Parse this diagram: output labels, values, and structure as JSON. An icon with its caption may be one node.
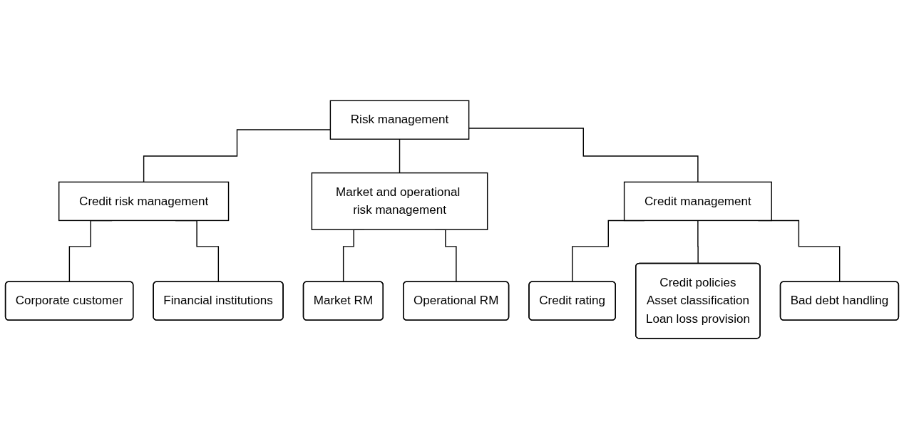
{
  "diagram": {
    "nodes": [
      {
        "text": [
          "Risk management"
        ]
      },
      {
        "text": [
          "Credit risk management"
        ]
      },
      {
        "text": [
          "Market and operational risk management"
        ]
      },
      {
        "text": [
          "Credit management"
        ]
      },
      {
        "text": [
          "Corporate customer"
        ]
      },
      {
        "text": [
          "Financial institutions"
        ]
      },
      {
        "text": [
          "Market RM"
        ]
      },
      {
        "text": [
          "Operational RM"
        ]
      },
      {
        "text": [
          "Credit rating"
        ]
      },
      {
        "text": [
          "Credit policies",
          "Asset classification",
          "Loan loss provision"
        ]
      },
      {
        "text": [
          "Bad debt handling"
        ]
      }
    ],
    "edges": [
      {
        "from": 0,
        "to": 1,
        "arrow": "none"
      },
      {
        "from": 0,
        "to": 2,
        "arrow": "none"
      },
      {
        "from": 0,
        "to": 3,
        "arrow": "none"
      },
      {
        "from": 1,
        "to": 4,
        "arrow": "none"
      },
      {
        "from": 1,
        "to": 5,
        "arrow": "none"
      },
      {
        "from": 2,
        "to": 6,
        "arrow": "none"
      },
      {
        "from": 2,
        "to": 7,
        "arrow": "none"
      },
      {
        "from": 3,
        "to": 8,
        "arrow": "none"
      },
      {
        "from": 3,
        "to": 9,
        "arrow": "none"
      },
      {
        "from": 3,
        "to": 10,
        "arrow": "none"
      }
    ]
  }
}
